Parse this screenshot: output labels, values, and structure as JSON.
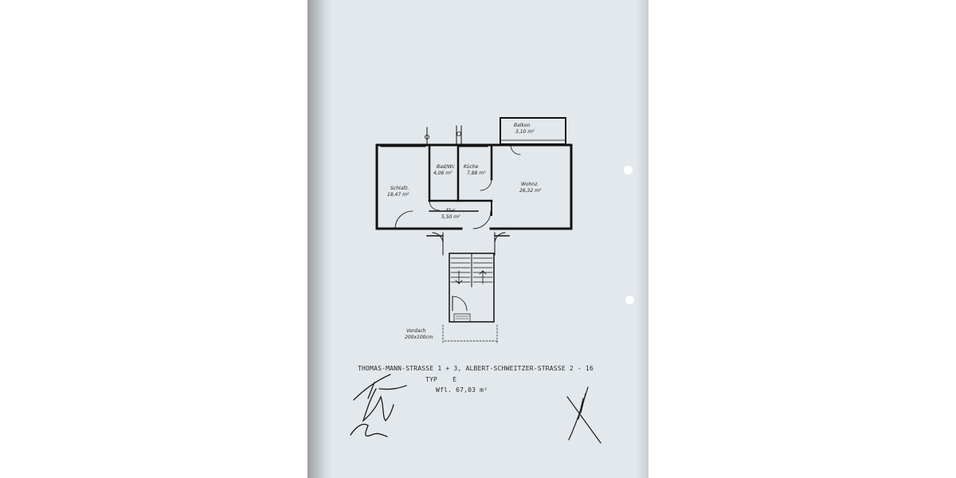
{
  "document": {
    "address": "THOMAS-MANN-STRASSE 1 + 3, ALBERT-SCHWEITZER-STRASSE 2 - 16",
    "type_label": "TYP",
    "type_value": "E",
    "area": "Wfl. 67,03 m²"
  },
  "rooms": {
    "balcony": {
      "name": "Balkon",
      "area": "3,10 m²"
    },
    "bath": {
      "name": "Bad/Wc",
      "area": "4,06 m²"
    },
    "kitchen": {
      "name": "Küche",
      "area": "7,88 m²"
    },
    "bedroom": {
      "name": "Schlafz.",
      "area": "18,47 m²"
    },
    "living": {
      "name": "Wohnz.",
      "area": "26,32 m²"
    },
    "hall": {
      "name": "Flur",
      "area": "5,50 m²"
    }
  },
  "annotations": {
    "canopy_line1": "Vordach",
    "canopy_line2": "200x100cm"
  },
  "signatures": [
    "signature-left",
    "signature-right"
  ]
}
